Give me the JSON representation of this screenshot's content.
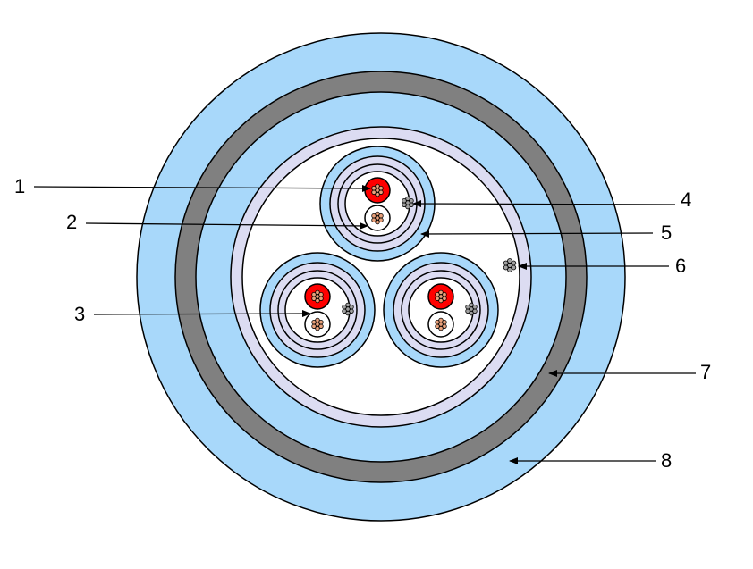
{
  "colors": {
    "outer_sheath": "#a8d8fa",
    "armour": "#808080",
    "screen": "#dcdcf2",
    "filler": "#ffffff",
    "conductor_red": "#ff0000",
    "copper": "#e8a07a",
    "drain_wire": "#a0a0a0",
    "outline": "#000000"
  },
  "callouts": [
    {
      "id": "1",
      "text": "1"
    },
    {
      "id": "2",
      "text": "2"
    },
    {
      "id": "3",
      "text": "3"
    },
    {
      "id": "4",
      "text": "4"
    },
    {
      "id": "5",
      "text": "5"
    },
    {
      "id": "6",
      "text": "6"
    },
    {
      "id": "7",
      "text": "7"
    },
    {
      "id": "8",
      "text": "8"
    }
  ]
}
